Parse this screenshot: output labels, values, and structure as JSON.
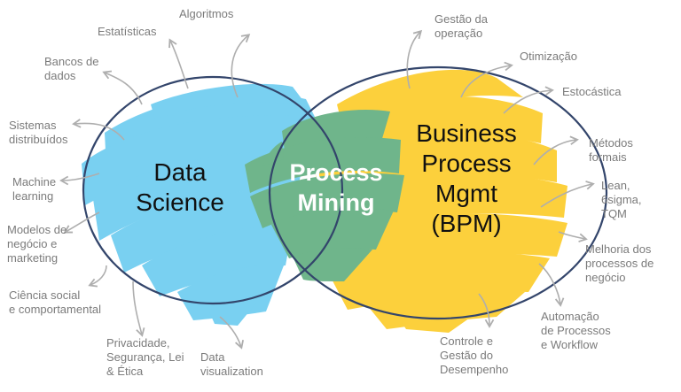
{
  "colors": {
    "data_science": "#79d0f1",
    "bpm": "#fcd03c",
    "overlap": "#6fb58b",
    "circle_stroke": "#33456b",
    "arrow": "#aeaeae",
    "label_text": "#7b7b7b"
  },
  "circles": {
    "data_science": "Data\nScience",
    "process_mining": "Process\nMining",
    "bpm": "Business\nProcess\nMgmt\n(BPM)"
  },
  "data_science_topics": [
    "Algoritmos",
    "Estatísticas",
    "Bancos de\ndados",
    "Sistemas\ndistribuídos",
    "Machine\nlearning",
    "Modelos de\nnegócio e\nmarketing",
    "Ciência social\ne comportamental",
    "Privacidade,\nSegurança, Lei\n& Ética",
    "Data\nvisualization"
  ],
  "bpm_topics": [
    "Gestão da\noperação",
    "Otimização",
    "Estocástica",
    "Métodos\nformais",
    "Lean,\n6sigma,\nTQM",
    "Melhoria dos\nprocessos de\nnegócio",
    "Automação\nde Processos\ne Workflow",
    "Controle e\nGestão do\nDesempenho"
  ]
}
